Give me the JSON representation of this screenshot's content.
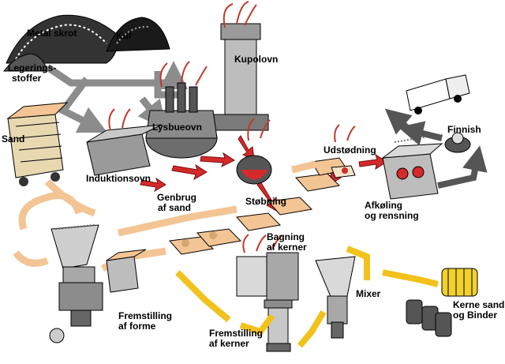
{
  "labels": {
    "metal_skrot": "Metal skrot",
    "kul": "Kul",
    "legerings_1": "Legerings-",
    "legerings_2": "stoffer",
    "kupolovn": "Kupolovn",
    "sand": "Sand",
    "lysbueovn": "Lysbueovn",
    "induktionsovn": "Induktionsovn",
    "udstodning": "Udstødning",
    "finnish": "Finnish",
    "genbrug_1": "Genbrug",
    "genbrug_2": "af sand",
    "stobning": "Støbning",
    "afkoling_1": "Afkøling",
    "afkoling_2": "og rensning",
    "bagning_1": "Bagning",
    "bagning_2": "af kerner",
    "mixer": "Mixer",
    "kerne_1": "Kerne sand",
    "kerne_2": "og Binder",
    "fremstilling_forme_1": "Fremstilling",
    "fremstilling_forme_2": "af forme",
    "fremstilling_kerner_1": "Fremstilling",
    "fremstilling_kerner_2": "af kerner"
  },
  "colors": {
    "molten_metal": "#d42a2a",
    "sand_flow": "#f3c594",
    "core_flow": "#f2c21b",
    "scrap_flow": "#8c8c8c",
    "outline": "#000000"
  }
}
